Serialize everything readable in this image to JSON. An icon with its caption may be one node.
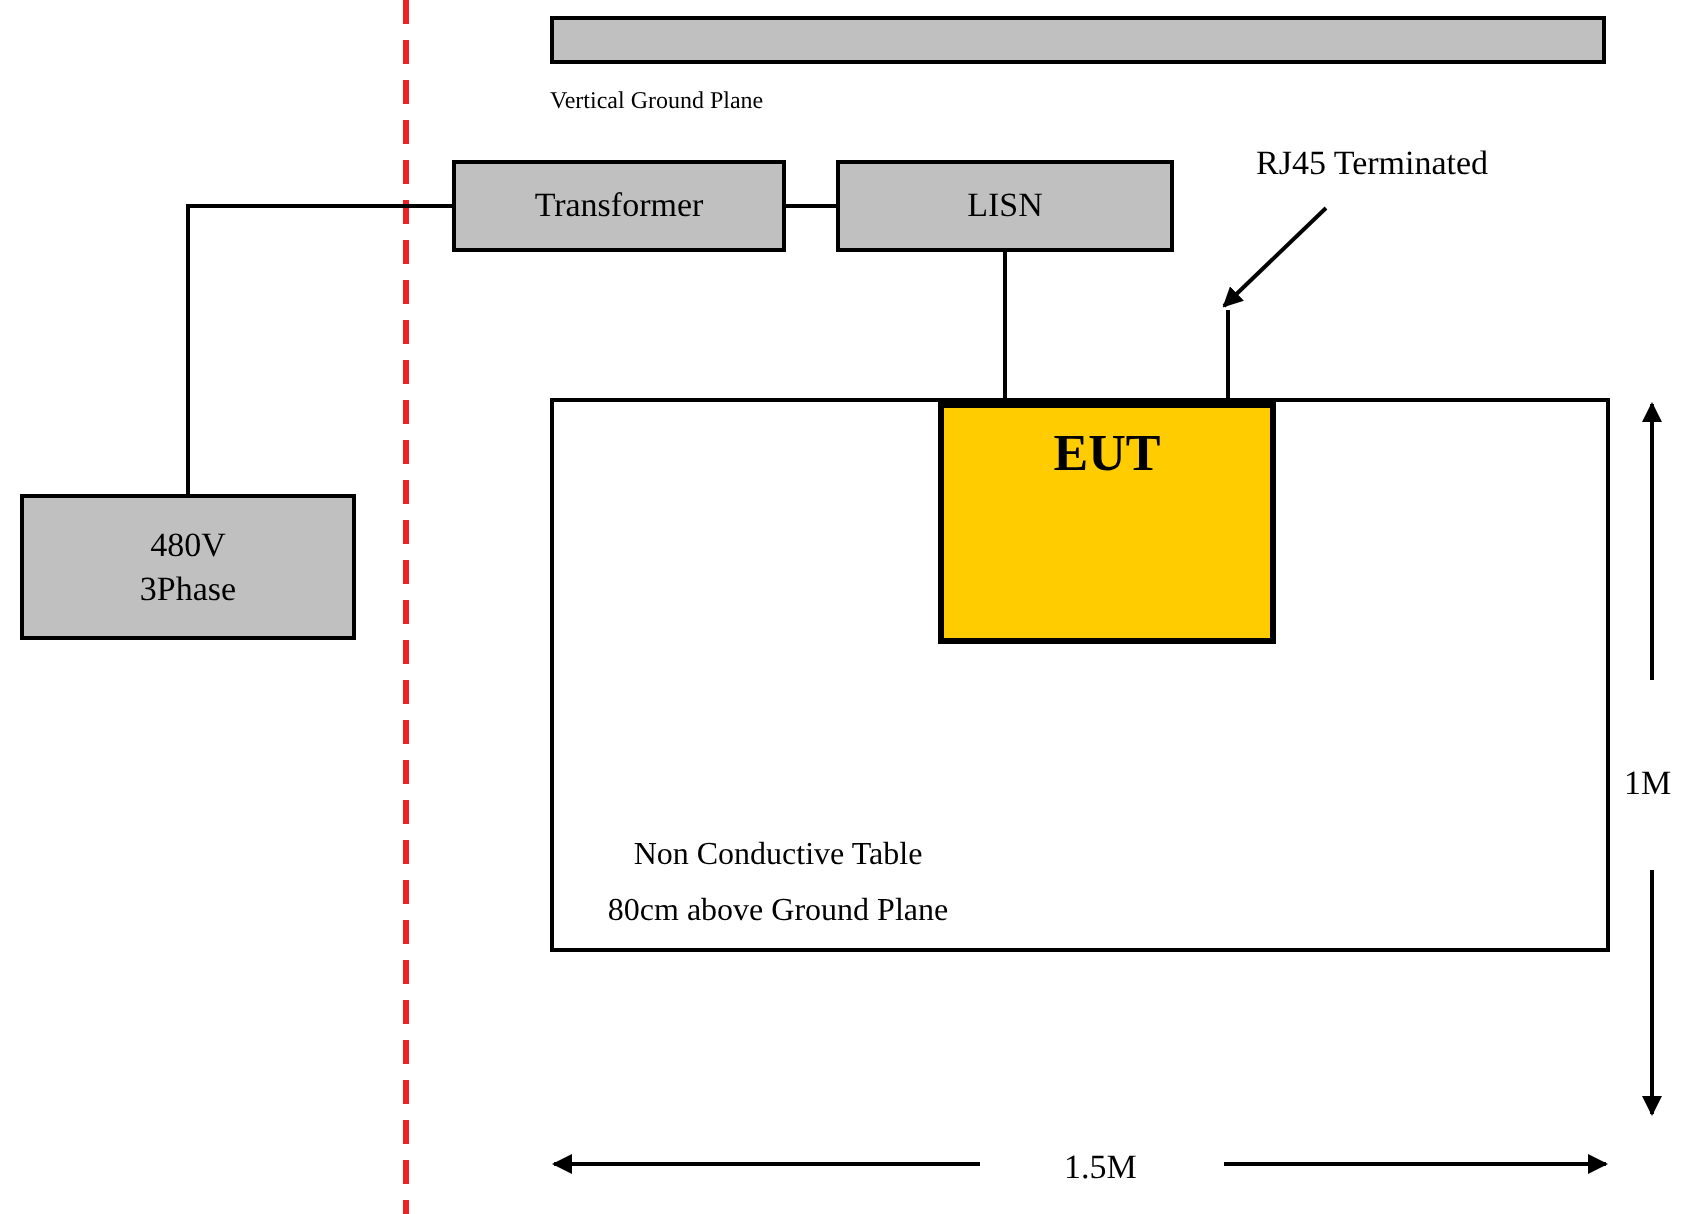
{
  "diagram": {
    "nodes": [
      {
        "text": [
          "Vertical Ground Plane"
        ]
      },
      {
        "text": [
          "Transformer"
        ]
      },
      {
        "text": [
          "LISN"
        ]
      },
      {
        "text": [
          "RJ45 Terminated"
        ]
      },
      {
        "text": [
          "480V 3Phase"
        ]
      },
      {
        "text": [
          "Non Conductive Table 80cm above Ground Plane"
        ]
      },
      {
        "text": [
          "EUT"
        ],
        "in": 5
      }
    ],
    "edges": [
      {
        "from": 4,
        "to": 1,
        "arrow": "none"
      },
      {
        "from": 1,
        "to": 2,
        "arrow": "none"
      },
      {
        "from": 2,
        "to": 6,
        "arrow": "none"
      },
      {
        "from": 6,
        "to": null,
        "arrow": "none"
      },
      {
        "from": 3,
        "to": null,
        "arrow": "to"
      }
    ],
    "labels": [
      "1M",
      "1.5M"
    ]
  }
}
